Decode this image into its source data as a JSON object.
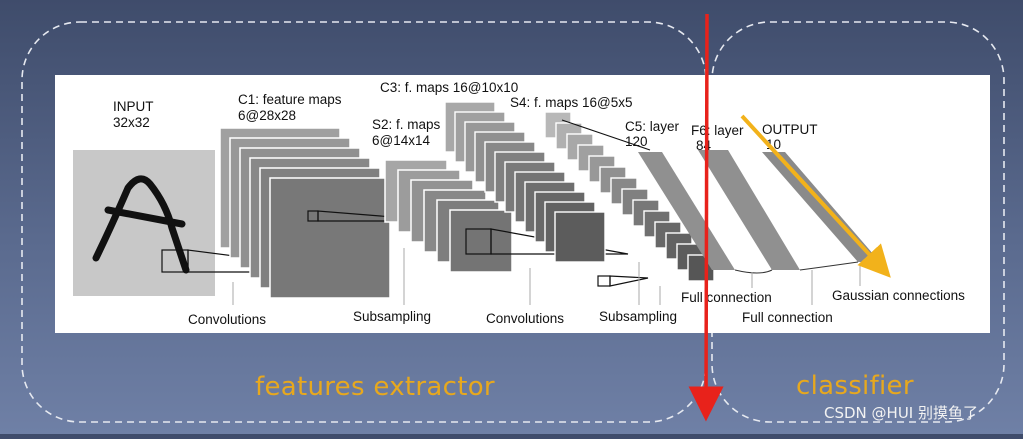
{
  "regions": {
    "features": "features extractor",
    "classifier": "classifier"
  },
  "layers": {
    "input": {
      "title": "INPUT",
      "size": "32x32"
    },
    "c1": {
      "title": "C1: feature maps",
      "size": "6@28x28"
    },
    "s2": {
      "title": "S2: f. maps",
      "size": "6@14x14"
    },
    "c3": {
      "title": "C3: f. maps 16@10x10"
    },
    "s4": {
      "title": "S4: f. maps 16@5x5"
    },
    "c5": {
      "title": "C5: layer",
      "size": "120"
    },
    "f6": {
      "title": "F6: layer",
      "size": "84"
    },
    "output": {
      "title": "OUTPUT",
      "size": "10"
    }
  },
  "operations": {
    "conv1": "Convolutions",
    "sub1": "Subsampling",
    "conv2": "Convolutions",
    "sub2": "Subsampling",
    "full1": "Full connection",
    "full2": "Full connection",
    "gauss": "Gaussian connections"
  },
  "watermark": "CSDN @HUI 别摸鱼了",
  "colors": {
    "accent_text": "#e7a81e",
    "divider_arrow": "#e8221b",
    "output_arrow": "#f2b21b"
  }
}
